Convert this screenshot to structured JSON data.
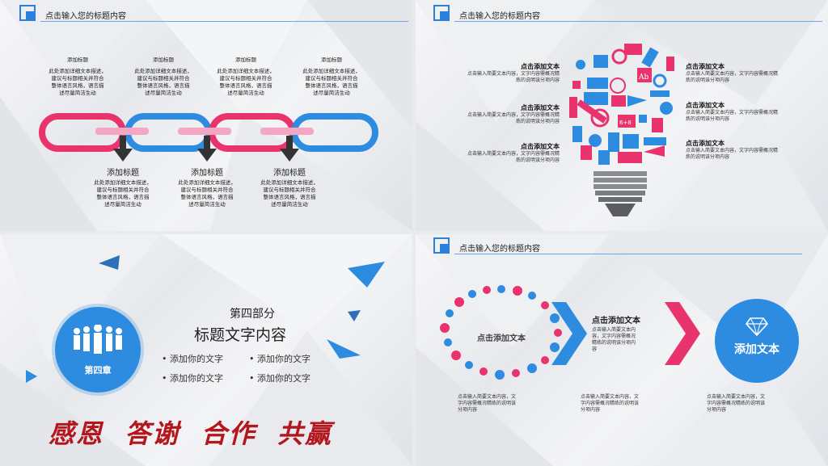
{
  "slides": {
    "s1": {
      "header": "点击输入您的标题内容",
      "top_items": [
        {
          "title": "添加标题",
          "desc": [
            "此处添加详细文本描述，",
            "建议与标题相关并符合",
            "整体语言风格，语言描",
            "述尽量简洁生动"
          ]
        },
        {
          "title": "添加标题",
          "desc": [
            "此处添加详细文本描述，",
            "建议与标题相关并符合",
            "整体语言风格，语言描",
            "述尽量简洁生动"
          ]
        },
        {
          "title": "添加标题",
          "desc": [
            "此处添加详细文本描述，",
            "建议与标题相关并符合",
            "整体语言风格，语言描",
            "述尽量简洁生动"
          ]
        },
        {
          "title": "添加标题",
          "desc": [
            "此处添加详细文本描述，",
            "建议与标题相关并符合",
            "整体语言风格，语言描",
            "述尽量简洁生动"
          ]
        }
      ],
      "bottom_items": [
        {
          "title": "添加标题",
          "desc": [
            "此处添加详细文本描述，",
            "建议与标题相关并符合",
            "整体语言风格，语言描",
            "述尽量简洁生动"
          ]
        },
        {
          "title": "添加标题",
          "desc": [
            "此处添加详细文本描述，",
            "建议与标题相关并符合",
            "整体语言风格，语言描",
            "述尽量简洁生动"
          ]
        },
        {
          "title": "添加标题",
          "desc": [
            "此处添加详细文本描述，",
            "建议与标题相关并符合",
            "整体语言风格，语言描",
            "述尽量简洁生动"
          ]
        }
      ],
      "colors": {
        "pink": "#e8336d",
        "blue": "#2d8be0",
        "arrow": "#333333"
      }
    },
    "s2": {
      "header": "点击输入您的标题内容",
      "left": [
        {
          "title": "点击添加文本",
          "desc": [
            "点击输入简要文本内容，文字内容需概况精",
            "炼的说明该分项内容"
          ]
        },
        {
          "title": "点击添加文本",
          "desc": [
            "点击输入简要文本内容，文字内容需概况精",
            "炼的说明该分项内容"
          ]
        },
        {
          "title": "点击添加文本",
          "desc": [
            "点击输入简要文本内容，文字内容需概况精",
            "炼的说明该分项内容"
          ]
        }
      ],
      "right": [
        {
          "title": "点击添加文本",
          "desc": [
            "点击输入简要文本内容，文字内容需概况精",
            "炼的说明该分项内容"
          ]
        },
        {
          "title": "点击添加文本",
          "desc": [
            "点击输入简要文本内容，文字内容需概况精",
            "炼的说明该分项内容"
          ]
        },
        {
          "title": "点击添加文本",
          "desc": [
            "点击输入简要文本内容，文字内容需概况精",
            "炼的说明该分项内容"
          ]
        }
      ],
      "icon_labels": {
        "ab": "Ab",
        "calc": "6+8"
      }
    },
    "s3": {
      "part": "第四部分",
      "title": "标题文字内容",
      "chapter": "第四章",
      "bullets": [
        "添加你的文字",
        "添加你的文字",
        "添加你的文字",
        "添加你的文字"
      ],
      "calligraphy": "感恩  答谢  合作  共赢",
      "colors": {
        "blue": "#2d8be0",
        "red": "#b3161c"
      }
    },
    "s4": {
      "header": "点击输入您的标题内容",
      "circle_text": "点击添加文本",
      "mid_title": "点击添加文本",
      "mid_desc": [
        "点击输入简要文本内",
        "容，文字内容需概况",
        "精练的说明该分项内",
        "容"
      ],
      "end_text": "添加文本",
      "captions": [
        [
          "点击输入简要文本内容，文",
          "字内容需概况精练的说明该",
          "分项内容"
        ],
        [
          "点击输入简要文本内容，文",
          "字内容需概况精练的说明该",
          "分项内容"
        ],
        [
          "点击输入简要文本内容，文",
          "字内容需概况精练的说明该",
          "分项内容"
        ]
      ],
      "colors": {
        "pink": "#e8336d",
        "blue": "#2d8be0"
      }
    }
  }
}
